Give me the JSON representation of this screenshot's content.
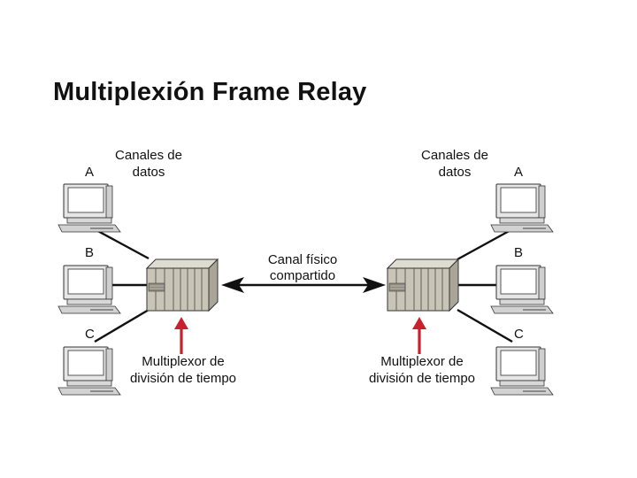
{
  "slide": {
    "title": "Multiplexión Frame Relay"
  },
  "diagram": {
    "left_channels_label": [
      "Canales de",
      "datos"
    ],
    "right_channels_label": [
      "Canales de",
      "datos"
    ],
    "shared_channel_label": [
      "Canal físico",
      "compartido"
    ],
    "left_mux_label": [
      "Multiplexor de",
      "división de tiempo"
    ],
    "right_mux_label": [
      "Multiplexor de",
      "división de tiempo"
    ],
    "left_terminals": [
      "A",
      "B",
      "C"
    ],
    "right_terminals": [
      "A",
      "B",
      "C"
    ]
  },
  "colors": {
    "mux_body": "#c9c5b6",
    "computer_body": "#e4e4e4",
    "arrow_red": "#c8202c",
    "line_black": "#111111"
  }
}
